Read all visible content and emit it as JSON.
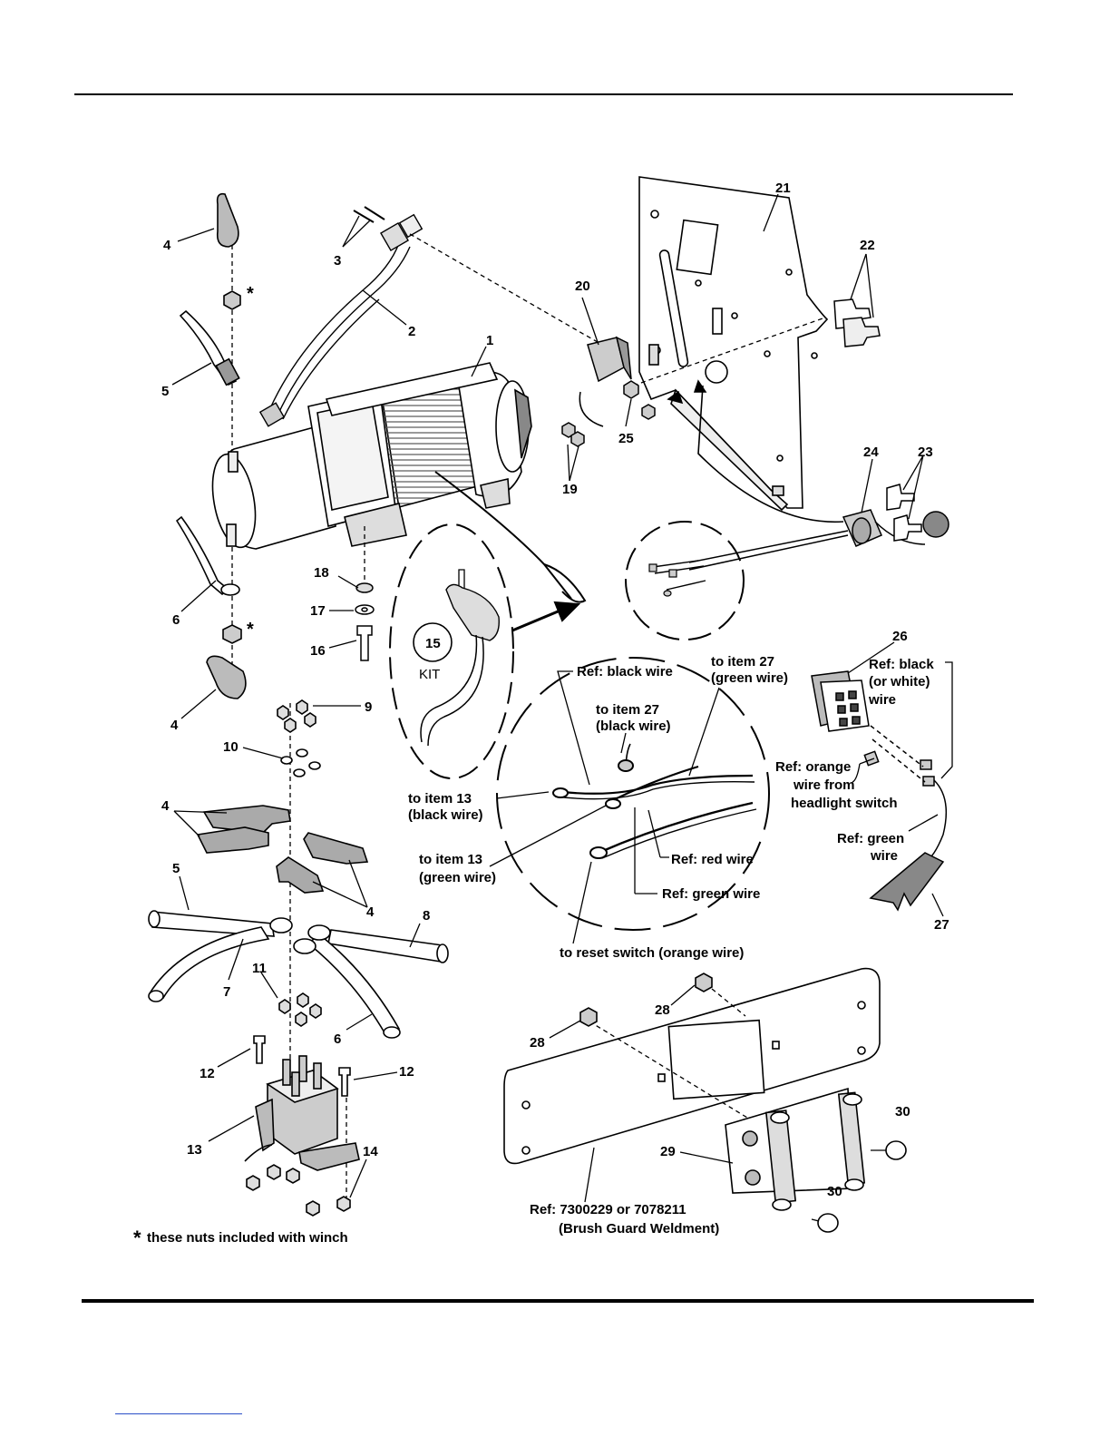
{
  "callouts": {
    "c1": "1",
    "c2": "2",
    "c3": "3",
    "c4": "4",
    "c5": "5",
    "c6": "6",
    "c7": "7",
    "c8": "8",
    "c9": "9",
    "c10": "10",
    "c11": "11",
    "c12": "12",
    "c13": "13",
    "c14": "14",
    "c15": "15",
    "c16": "16",
    "c17": "17",
    "c18": "18",
    "c19": "19",
    "c20": "20",
    "c21": "21",
    "c22": "22",
    "c23": "23",
    "c24": "24",
    "c25": "25",
    "c26": "26",
    "c27": "27",
    "c28": "28",
    "c29": "29",
    "c30": "30",
    "star": "*",
    "kit": "KIT"
  },
  "labels": {
    "ref_black_wire": "Ref: black wire",
    "to_item27_green_l1": "to item 27",
    "to_item27_green_l2": "(green wire)",
    "to_item27_black_l1": "to item 27",
    "to_item27_black_l2": "(black wire)",
    "to_item13_black_l1": "to item 13",
    "to_item13_black_l2": "(black wire)",
    "to_item13_green_l1": "to item 13",
    "to_item13_green_l2": "(green wire)",
    "ref_red_wire": "Ref: red wire",
    "ref_green_wire": "Ref: green wire",
    "to_reset_switch": "to reset switch (orange wire)",
    "ref_black_white_l1": "Ref: black",
    "ref_black_white_l2": "(or white)",
    "ref_black_white_l3": "wire",
    "ref_orange_l1": "Ref: orange",
    "ref_orange_l2": "wire from",
    "ref_orange_l3": "headlight switch",
    "ref_green_right_l1": "Ref: green",
    "ref_green_right_l2": "wire",
    "ref_weldment_l1": "Ref: 7300229 or 7078211",
    "ref_weldment_l2": "(Brush Guard Weldment)",
    "footnote_star": "*",
    "footnote_text": "these nuts included with winch"
  }
}
